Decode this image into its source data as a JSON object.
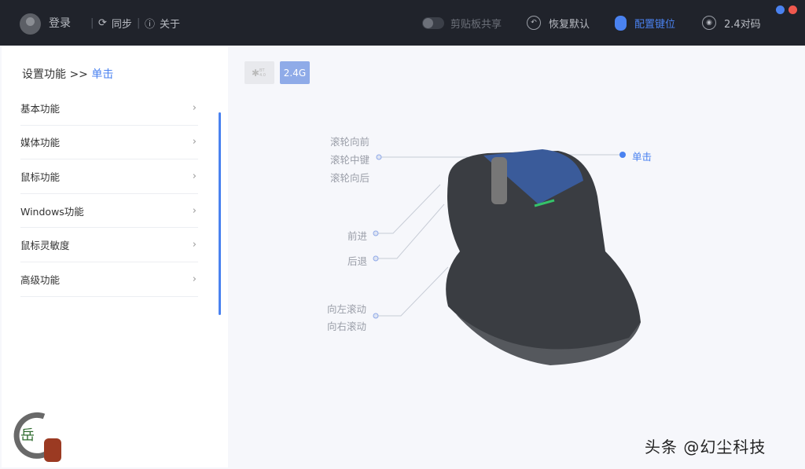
{
  "topbar": {
    "login": "登录",
    "sync": "同步",
    "about": "关于",
    "clipboard_share": "剪贴板共享",
    "clipboard_enabled": false,
    "restore_default": "恢复默认",
    "configure_keys": "配置键位",
    "pairing": "2.4对码"
  },
  "sidebar": {
    "crumb_prefix": "设置功能 >>",
    "crumb_current": "单击",
    "items": [
      {
        "label": "基本功能"
      },
      {
        "label": "媒体功能"
      },
      {
        "label": "鼠标功能"
      },
      {
        "label": "Windows功能"
      },
      {
        "label": "鼠标灵敏度"
      },
      {
        "label": "高级功能"
      }
    ]
  },
  "main": {
    "mode_bt": "BT 4.0",
    "mode_24g": "2.4G",
    "active_mode": "2.4G",
    "labels": {
      "wheel_forward": "滚轮向前",
      "wheel_middle": "滚轮中键",
      "wheel_back": "滚轮向后",
      "click": "单击",
      "forward": "前进",
      "back": "后退",
      "scroll_left": "向左滚动",
      "scroll_right": "向右滚动"
    }
  },
  "watermark": "头条 @幻尘科技",
  "colors": {
    "accent": "#4a82f0",
    "topbar": "#20232b",
    "window_close": "#f0584e",
    "window_min": "#4a82f0"
  }
}
